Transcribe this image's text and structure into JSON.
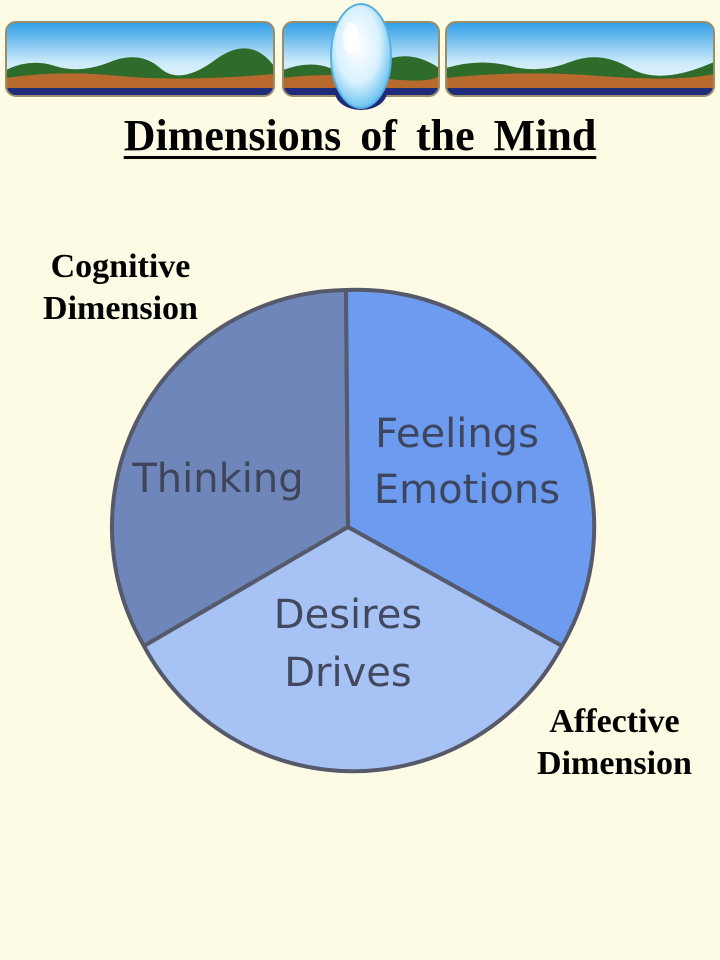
{
  "title": "Dimensions of the Mind",
  "labels": {
    "cognitive": [
      "Cognitive",
      "Dimension"
    ],
    "affective": [
      "Affective",
      "Dimension"
    ]
  },
  "segments": [
    {
      "id": "thinking",
      "lines": [
        "Thinking"
      ],
      "color": "#6E86B9"
    },
    {
      "id": "feelings",
      "lines": [
        "Feelings",
        "Emotions"
      ],
      "color": "#6C9BF0"
    },
    {
      "id": "desires",
      "lines": [
        "Desires",
        "Drives"
      ],
      "color": "#A7C3F6"
    }
  ],
  "colors": {
    "background": "#FDFBE4",
    "outline": "#55596A",
    "sky": "#3BA8E8",
    "land": "#B86A2E",
    "trees": "#2F6B2A",
    "water": "#1E2A7A"
  }
}
